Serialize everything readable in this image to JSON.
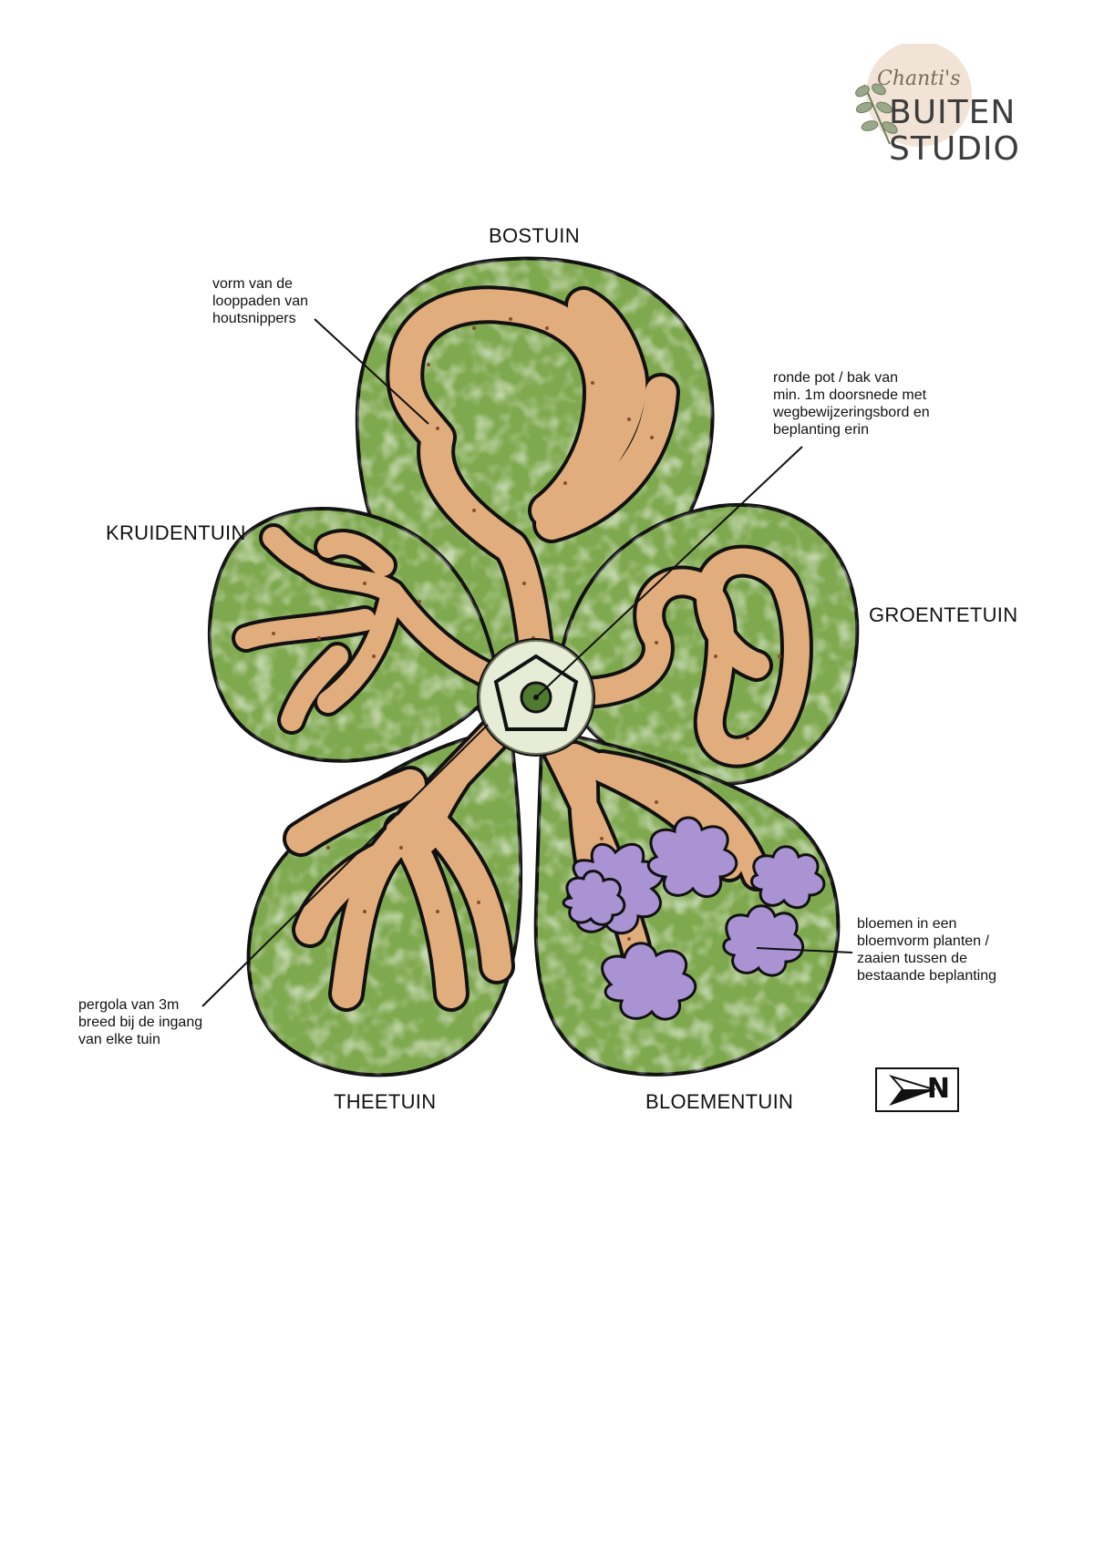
{
  "logo": {
    "small": "Chanti's",
    "line1": "BUITEN",
    "line2": "STUDIO"
  },
  "zones": {
    "bostuin": "BOSTUIN",
    "kruidentuin": "KRUIDENTUIN",
    "groentetuin": "GROENTETUIN",
    "theetuin": "THEETUIN",
    "bloementuin": "BLOEMENTUIN"
  },
  "notes": {
    "paths": [
      "vorm van de",
      "looppaden van",
      "houtsnippers"
    ],
    "pot": [
      "ronde pot / bak van",
      "min. 1m doorsnede met",
      "wegbewijzeringsbord en",
      "beplanting erin"
    ],
    "pergola": [
      "pergola van 3m",
      "breed bij de ingang",
      "van elke tuin"
    ],
    "flowers": [
      "bloemen in een",
      "bloemvorm planten /",
      "zaaien tussen de",
      "bestaande beplanting"
    ]
  },
  "compass": {
    "letter": "N"
  },
  "colors": {
    "green": "#7fa94f",
    "green_dark": "#5e8a38",
    "path": "#e2ad7c",
    "flower": "#a993d3",
    "outline": "#111111"
  }
}
